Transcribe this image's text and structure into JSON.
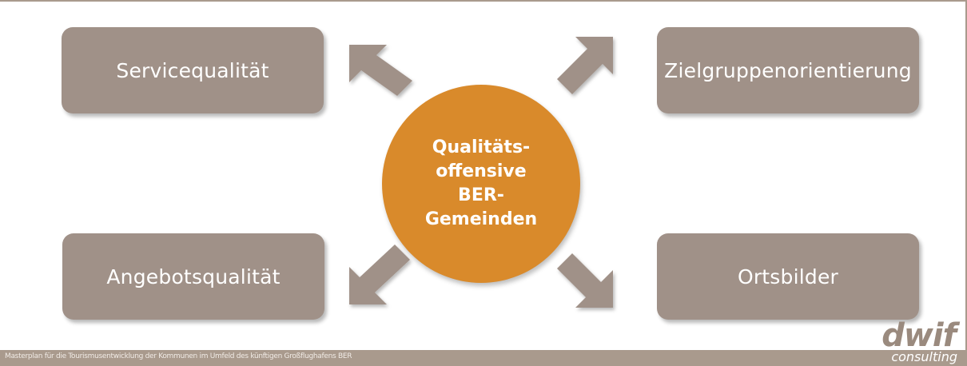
{
  "boxes": {
    "top_left": "Servicequalität",
    "top_right": "Zielgruppenorientierung",
    "bottom_left": "Angebotsqualität",
    "bottom_right": "Ortsbilder"
  },
  "center": {
    "lines": [
      "Qualitäts-",
      "offensive",
      "BER-",
      "Gemeinden"
    ]
  },
  "footer": {
    "text": "Masterplan für die Tourismusentwicklung der Kommunen im Umfeld des künftigen Großflughafens BER"
  },
  "logo": {
    "word": "dwif",
    "sub": "consulting"
  },
  "colors": {
    "box": "#a09188",
    "center": "#d98a2b",
    "arrow": "#a09188",
    "footer": "#a99a8d"
  }
}
